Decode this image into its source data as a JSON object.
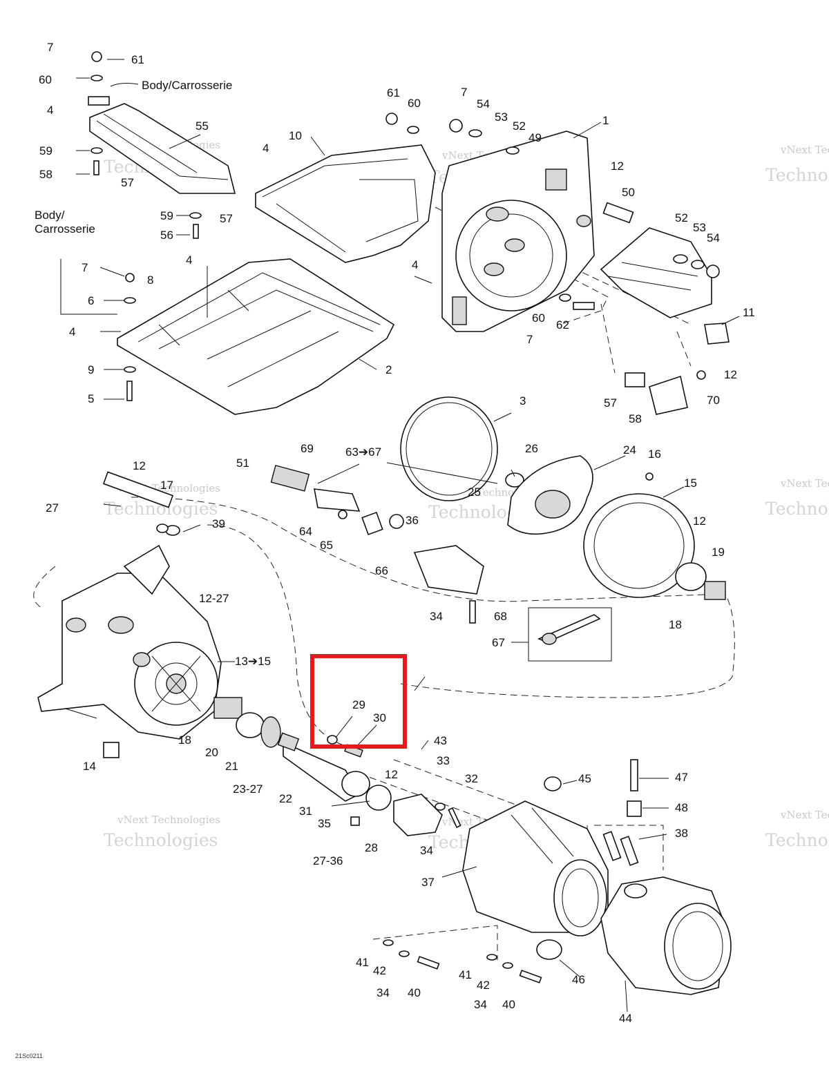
{
  "drawing_code": "21Sc0211",
  "highlight_color": "#e8191b",
  "watermark": {
    "line1": "vNext Technologies",
    "line2": "Technologies"
  },
  "body_labels": {
    "top": "Body/Carrosserie",
    "left_line1": "Body/",
    "left_line2": "Carrosserie"
  },
  "callouts": [
    "7",
    "61",
    "60",
    "4",
    "55",
    "59",
    "58",
    "57",
    "59",
    "57",
    "56",
    "7",
    "8",
    "6",
    "4",
    "9",
    "5",
    "4",
    "2",
    "10",
    "4",
    "61",
    "60",
    "7",
    "54",
    "53",
    "52",
    "49",
    "1",
    "12",
    "50",
    "52",
    "53",
    "54",
    "4",
    "60",
    "62",
    "7",
    "11",
    "12",
    "57",
    "70",
    "58",
    "3",
    "26",
    "24",
    "16",
    "15",
    "25",
    "69",
    "51",
    "63➔67",
    "64",
    "65",
    "36",
    "66",
    "12",
    "19",
    "18",
    "34",
    "68",
    "67",
    "12",
    "17",
    "27",
    "39",
    "12-27",
    "13➔15",
    "18",
    "14",
    "20",
    "21",
    "23-27",
    "22",
    "29",
    "30",
    "43",
    "33",
    "32",
    "12",
    "31",
    "35",
    "28",
    "27-36",
    "34",
    "45",
    "47",
    "48",
    "38",
    "37",
    "46",
    "44",
    "41",
    "42",
    "34",
    "40",
    "41",
    "42",
    "34",
    "40"
  ]
}
